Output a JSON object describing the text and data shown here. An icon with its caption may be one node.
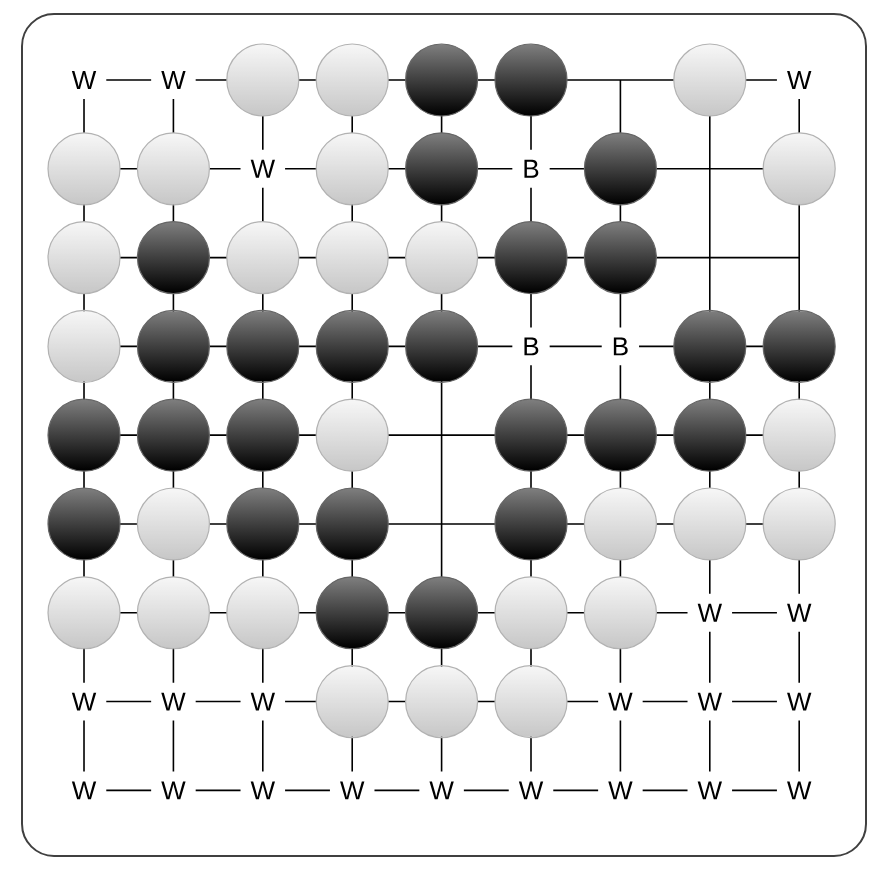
{
  "diagram": {
    "labels": [
      "W",
      "W",
      "W",
      "W",
      "B",
      "B",
      "B",
      "W",
      "W",
      "W",
      "W",
      "W",
      "W",
      "W",
      "W",
      "W",
      "W",
      "W",
      "W",
      "W",
      "W",
      "W",
      "W",
      "W"
    ]
  }
}
